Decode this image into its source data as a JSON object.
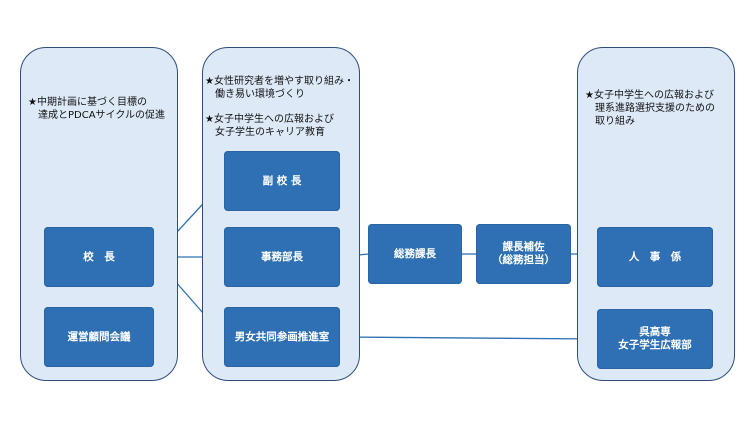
{
  "panels": {
    "left": {
      "note": "★中期計画に基づく目標の\n　達成とPDCAサイクルの促進"
    },
    "middle": {
      "note1": "★女性研究者を増やす取り組み・\n　働き易い環境づくり",
      "note2": "★女子中学生への広報および\n　女子学生のキャリア教育"
    },
    "right": {
      "note": "★女子中学生への広報および\n　理系進路選択支援のための\n　取り組み"
    }
  },
  "boxes": {
    "principal": "校　長",
    "council": "運営顧問会議",
    "vice_principal": "副 校 長",
    "secretary_general": "事務部長",
    "gender_equality_office": "男女共同参画推進室",
    "general_affairs_chief": "総務課長",
    "assistant_chief": "課長補佐\n（総務担当）",
    "personnel": "人　事　係",
    "kure_pr": "呉高専\n女子学生広報部"
  }
}
